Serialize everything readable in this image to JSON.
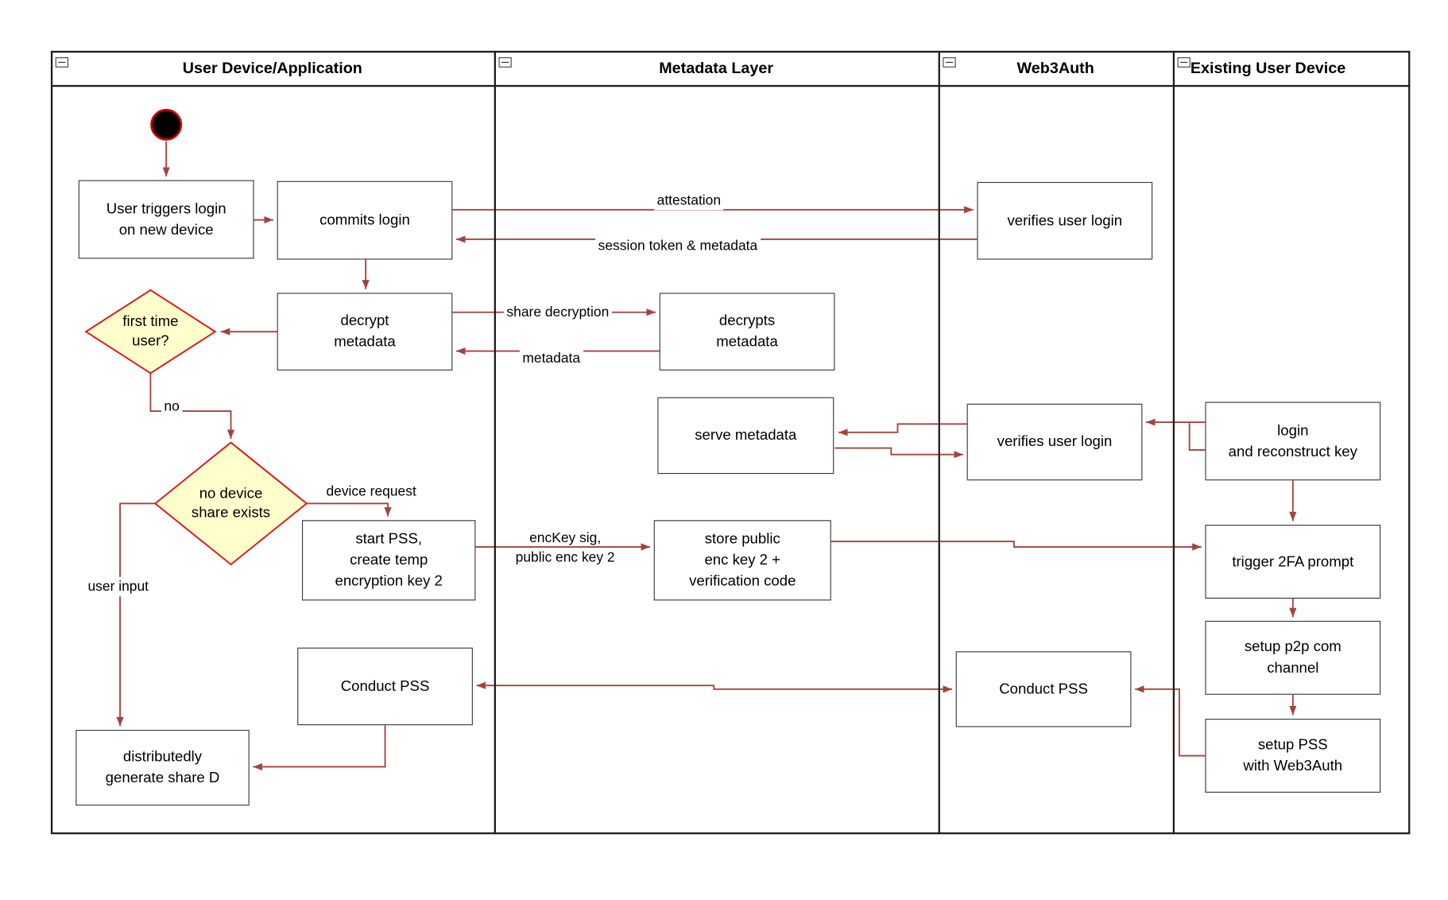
{
  "lanes": [
    {
      "title": "User Device/Application"
    },
    {
      "title": "Metadata Layer"
    },
    {
      "title": "Web3Auth"
    },
    {
      "title": "Existing User Device"
    }
  ],
  "nodes": {
    "user_triggers": "User triggers login\non new device",
    "commits_login": "commits login",
    "verifies_login_1": "verifies user login",
    "decrypt_metadata": "decrypt\nmetadata",
    "decrypts_metadata": "decrypts\nmetadata",
    "serve_metadata": "serve metadata",
    "verifies_login_2": "verifies user login",
    "login_reconstruct": "login\nand reconstruct key",
    "start_pss": "start PSS,\ncreate temp\nencryption key 2",
    "store_public": "store public\nenc key 2 +\nverification code",
    "trigger_2fa": "trigger 2FA prompt",
    "setup_p2p": "setup p2p com\nchannel",
    "setup_pss": "setup PSS\nwith Web3Auth",
    "conduct_pss_web3": "Conduct PSS",
    "conduct_pss_user": "Conduct PSS",
    "generate_share_d": "distributedly\ngenerate share D"
  },
  "decisions": {
    "first_time": "first time\nuser?",
    "no_device_share": "no device\nshare exists"
  },
  "edge_labels": {
    "attestation": "attestation",
    "session_token": "session token & metadata",
    "share_decryption": "share decryption",
    "metadata": "metadata",
    "no": "no",
    "device_request": "device request",
    "enckey": "encKey sig,\npublic enc key 2",
    "user_input": "user input"
  },
  "colors": {
    "arrow": "#a5423e",
    "diamond_fill": "#ffffcc",
    "diamond_stroke": "#e01010",
    "box_stroke": "#3d3d3d",
    "frame_stroke": "#1f1f1f",
    "start_fill": "#000000",
    "start_ring": "#cc0000"
  }
}
